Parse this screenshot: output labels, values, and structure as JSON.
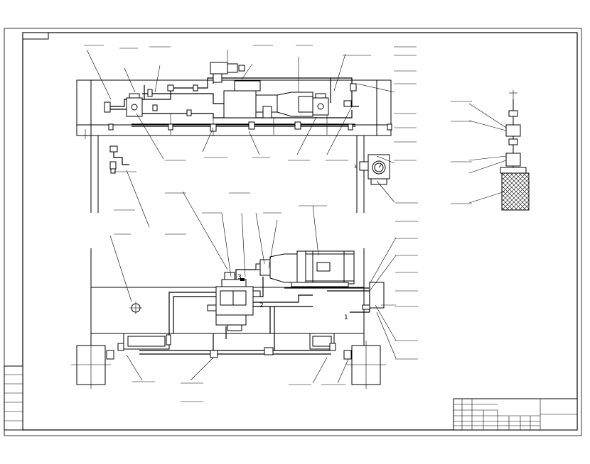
{
  "drawing": {
    "title_tag": "",
    "callouts": {
      "top_row": [
        "",
        "",
        "",
        "",
        "",
        ""
      ],
      "top_right_column": [
        "",
        "",
        "",
        "",
        "",
        "",
        "",
        ""
      ],
      "gauge_label": "",
      "filter_labels": [
        "",
        "",
        "",
        ""
      ],
      "mid_left": [
        "",
        "",
        ""
      ],
      "mid_center": [
        "",
        "",
        "",
        "",
        "",
        ""
      ],
      "upper_mid": [
        "",
        "",
        "",
        "",
        ""
      ],
      "right_mid_column": [
        "",
        "",
        "",
        "",
        "",
        "",
        "",
        "",
        ""
      ],
      "bottom": [
        "",
        "",
        "",
        "",
        ""
      ]
    },
    "port_numbers": [
      "1",
      "2",
      "3"
    ],
    "notes": {
      "title": "",
      "items": [
        "",
        "",
        "",
        "",
        "",
        ""
      ]
    },
    "left_strip": [
      "",
      "",
      "",
      "",
      "",
      ""
    ],
    "title_block": {
      "name": "",
      "code": "",
      "cells": [
        "",
        "",
        "",
        "",
        "",
        "",
        "",
        ""
      ]
    }
  }
}
